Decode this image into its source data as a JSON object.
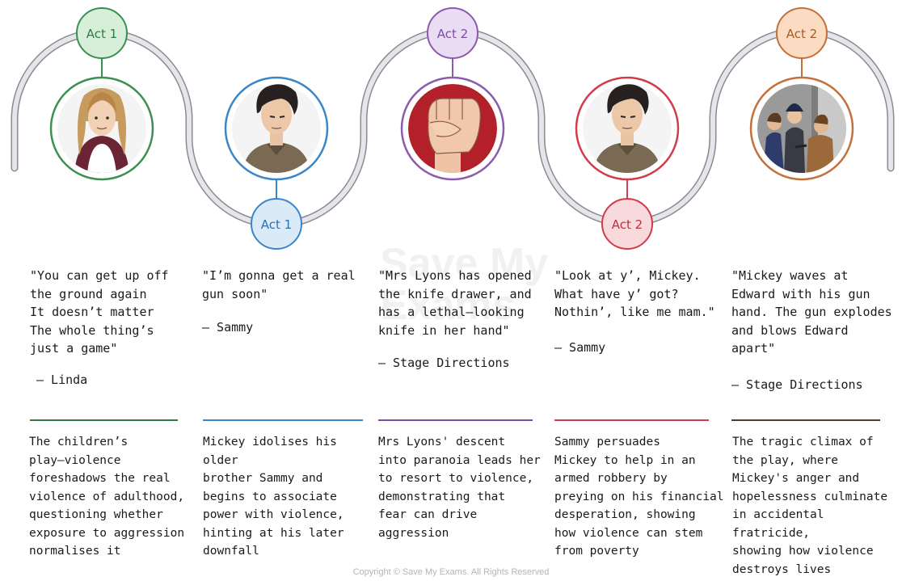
{
  "colors": {
    "path": "#c8c8cf",
    "path_outline": "#8a8a93",
    "green": "#3c8f52",
    "green_fill": "#d7efd9",
    "blue": "#3a86c8",
    "blue_fill": "#dbeaf7",
    "purple": "#8a5bb0",
    "purple_fill": "#e9dcf3",
    "red": "#d23c4a",
    "red_fill": "#f8d9dc",
    "orange": "#c4703a",
    "orange_fill": "#fbdcc2",
    "brown": "#5a3a2c",
    "rule_green": "#2f7a46",
    "rule_blue": "#3a86c8",
    "rule_purple": "#7b4fa3",
    "rule_red": "#d23c4a",
    "rule_brown": "#5a3a2c"
  },
  "nodes": [
    {
      "act": "Act 1",
      "image": "linda-portrait-icon",
      "color": "green"
    },
    {
      "act": "Act 1",
      "image": "sammy-portrait-icon",
      "color": "blue"
    },
    {
      "act": "Act 2",
      "image": "raised-fist-icon",
      "color": "purple"
    },
    {
      "act": "Act 2",
      "image": "sammy-portrait-icon",
      "color": "red"
    },
    {
      "act": "Act 2",
      "image": "shooting-scene-icon",
      "color": "orange"
    }
  ],
  "columns": [
    {
      "quote": "\"You can get up off\nthe ground again\nIt doesn’t matter\nThe whole thing’s\njust a game\"",
      "attribution": "– Linda",
      "analysis": "The children’s\nplay–violence\nforeshadows the real\nviolence of adulthood,\nquestioning whether\nexposure to aggression\nnormalises it"
    },
    {
      "quote": "\"I’m gonna get a real\ngun soon\"",
      "attribution": "– Sammy",
      "analysis": "Mickey idolises his older\nbrother Sammy and\nbegins to associate\npower with violence,\nhinting at his later\ndownfall"
    },
    {
      "quote": "\"Mrs Lyons has opened\nthe knife drawer, and\nhas a lethal–looking\nknife in her hand\"",
      "attribution": "– Stage Directions",
      "analysis": "Mrs Lyons' descent\ninto paranoia leads her\nto resort to violence,\ndemonstrating that\nfear can drive\naggression"
    },
    {
      "quote": "\"Look at y’, Mickey.\nWhat have y’ got?\nNothin’, like me mam.\"",
      "attribution": "– Sammy",
      "analysis": "Sammy persuades\nMickey to help in an\narmed robbery by\npreying on his financial\ndesperation, showing\nhow violence can stem\nfrom poverty"
    },
    {
      "quote": "\"Mickey waves at\nEdward with his gun\nhand. The gun explodes\nand blows Edward\napart\"",
      "attribution": "– Stage Directions",
      "analysis": "The tragic climax of\nthe play, where\nMickey's anger and\nhopelessness culminate\nin accidental fratricide,\nshowing how violence\ndestroys lives"
    }
  ],
  "watermark": "Save My\nExams",
  "copyright": "Copyright © Save My Exams. All Rights Reserved"
}
